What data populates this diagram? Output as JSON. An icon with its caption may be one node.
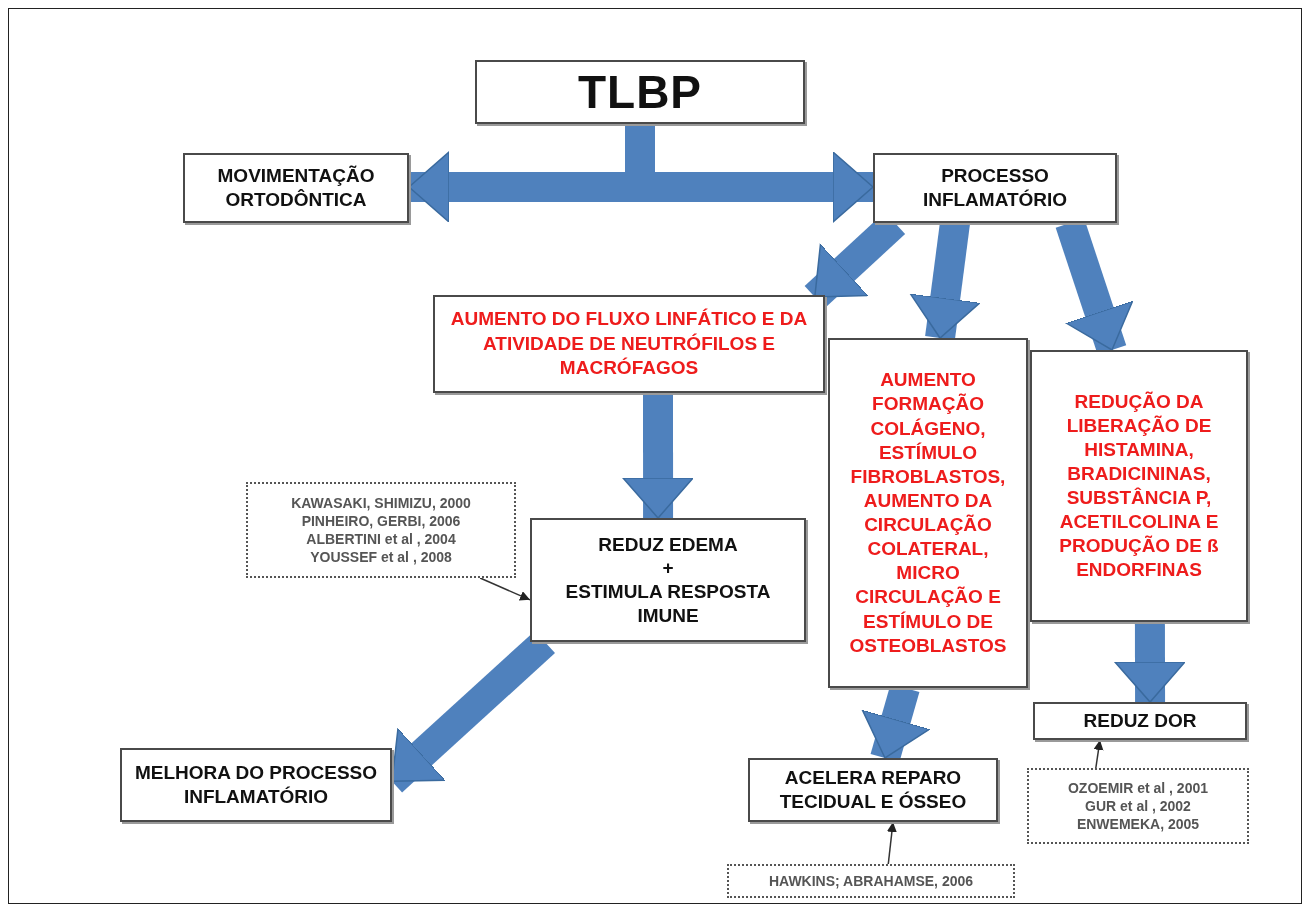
{
  "diagram": {
    "nodes": [
      {
        "text": [
          "TLBP"
        ]
      },
      {
        "text": [
          "MOVIMENTAÇÃO ORTODÔNTICA"
        ]
      },
      {
        "text": [
          "PROCESSO INFLAMATÓRIO"
        ]
      },
      {
        "text": [
          "AUMENTO DO FLUXO LINFÁTICO E DA ATIVIDADE DE NEUTRÓFILOS E MACRÓFAGOS"
        ]
      },
      {
        "text": [
          "AUMENTO FORMAÇÃO COLÁGENO, ESTÍMULO FIBROBLASTOS, AUMENTO DA CIRCULAÇÃO COLATERAL, MICRO CIRCULAÇÃO E ESTÍMULO DE OSTEOBLASTOS"
        ]
      },
      {
        "text": [
          "REDUÇÃO DA LIBERAÇÃO DE HISTAMINA, BRADICININAS, SUBSTÂNCIA P, ACETILCOLINA E PRODUÇÃO DE ß ENDORFINAS"
        ]
      },
      {
        "text": [
          "REDUZ EDEMA",
          "+",
          "ESTIMULA RESPOSTA IMUNE"
        ]
      },
      {
        "text": [
          "KAWASAKI, SHIMIZU, 2000",
          "PINHEIRO, GERBI, 2006",
          "ALBERTINI et al , 2004",
          "YOUSSEF et al , 2008"
        ]
      },
      {
        "text": [
          "REDUZ DOR"
        ]
      },
      {
        "text": [
          "OZOEMIR et al , 2001",
          "GUR et al , 2002",
          "ENWEMEKA, 2005"
        ]
      },
      {
        "text": [
          "ACELERA REPARO TECIDUAL E ÓSSEO"
        ]
      },
      {
        "text": [
          "HAWKINS; ABRAHAMSE, 2006"
        ]
      },
      {
        "text": [
          "MELHORA DO PROCESSO INFLAMATÓRIO"
        ]
      }
    ],
    "edges": [
      {
        "from": 0,
        "to": 1,
        "arrow": "to"
      },
      {
        "from": 0,
        "to": 2,
        "arrow": "to"
      },
      {
        "from": 2,
        "to": 3,
        "arrow": "to"
      },
      {
        "from": 2,
        "to": 4,
        "arrow": "to"
      },
      {
        "from": 2,
        "to": 5,
        "arrow": "to"
      },
      {
        "from": 3,
        "to": 6,
        "arrow": "to"
      },
      {
        "from": 4,
        "to": 10,
        "arrow": "to"
      },
      {
        "from": 5,
        "to": 8,
        "arrow": "to"
      },
      {
        "from": 6,
        "to": 12,
        "arrow": "to"
      },
      {
        "from": 7,
        "to": 6,
        "arrow": "to",
        "color": "#333333"
      },
      {
        "from": 9,
        "to": 8,
        "arrow": "to",
        "color": "#333333"
      },
      {
        "from": 11,
        "to": 10,
        "arrow": "to",
        "color": "#333333"
      }
    ]
  }
}
